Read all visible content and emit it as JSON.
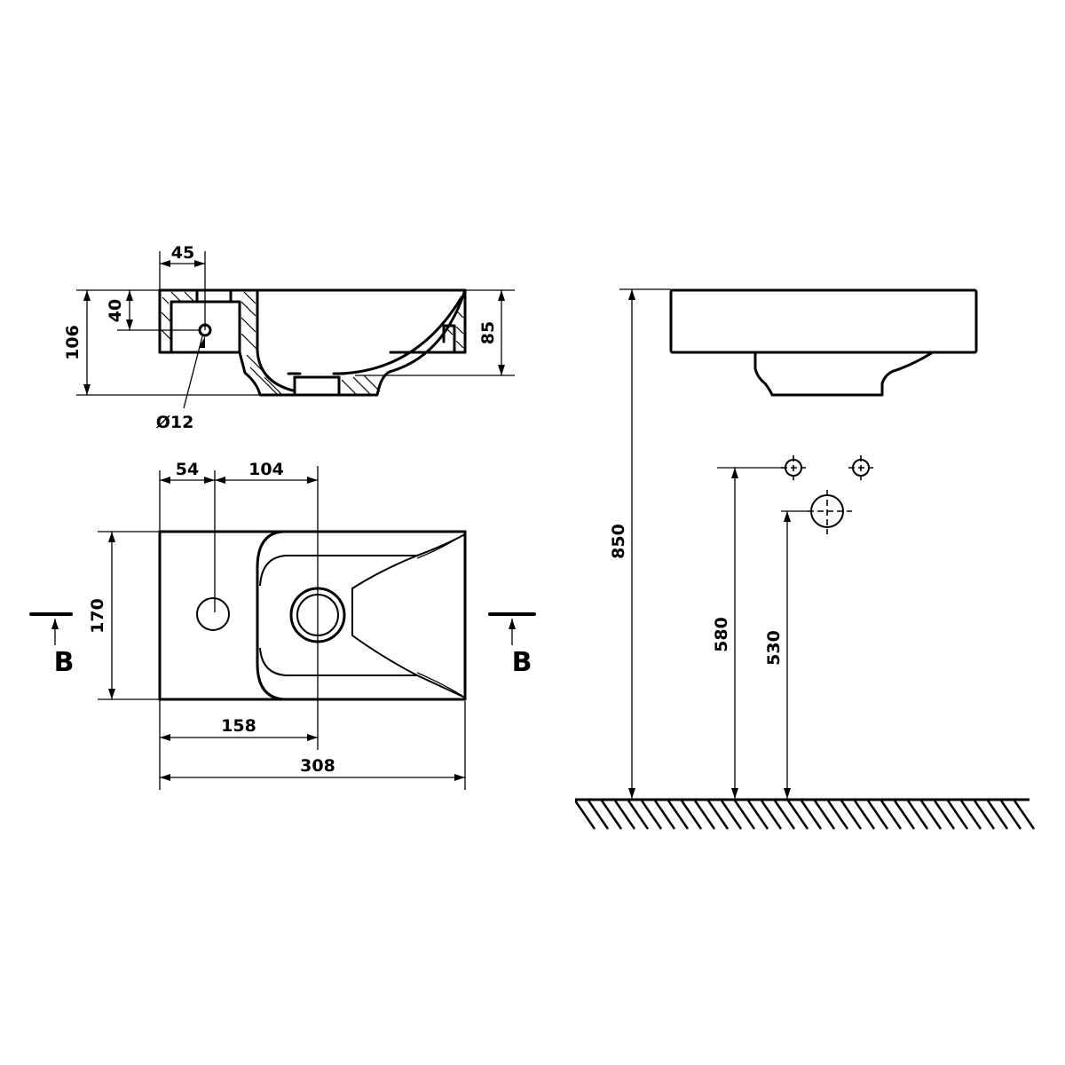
{
  "drawing": {
    "title": "Washbasin technical drawing",
    "units": "mm",
    "views": {
      "section": {
        "name": "section-view",
        "dimensions": {
          "overall_height": "106",
          "inner_height": "85",
          "tap_hole_offset_x": "45",
          "tap_hole_offset_y": "40",
          "overflow_hole": "Ø12"
        }
      },
      "plan": {
        "name": "plan-view",
        "dimensions": {
          "tap_to_edge": "54",
          "tap_to_drain": "104",
          "depth": "170",
          "drain_from_edge": "158",
          "width": "308"
        },
        "section_marker_left": "B",
        "section_marker_right": "B"
      },
      "elevation": {
        "name": "installation-elevation",
        "dimensions": {
          "top_height": "850",
          "supply_height": "580",
          "waste_height": "530"
        }
      }
    }
  }
}
